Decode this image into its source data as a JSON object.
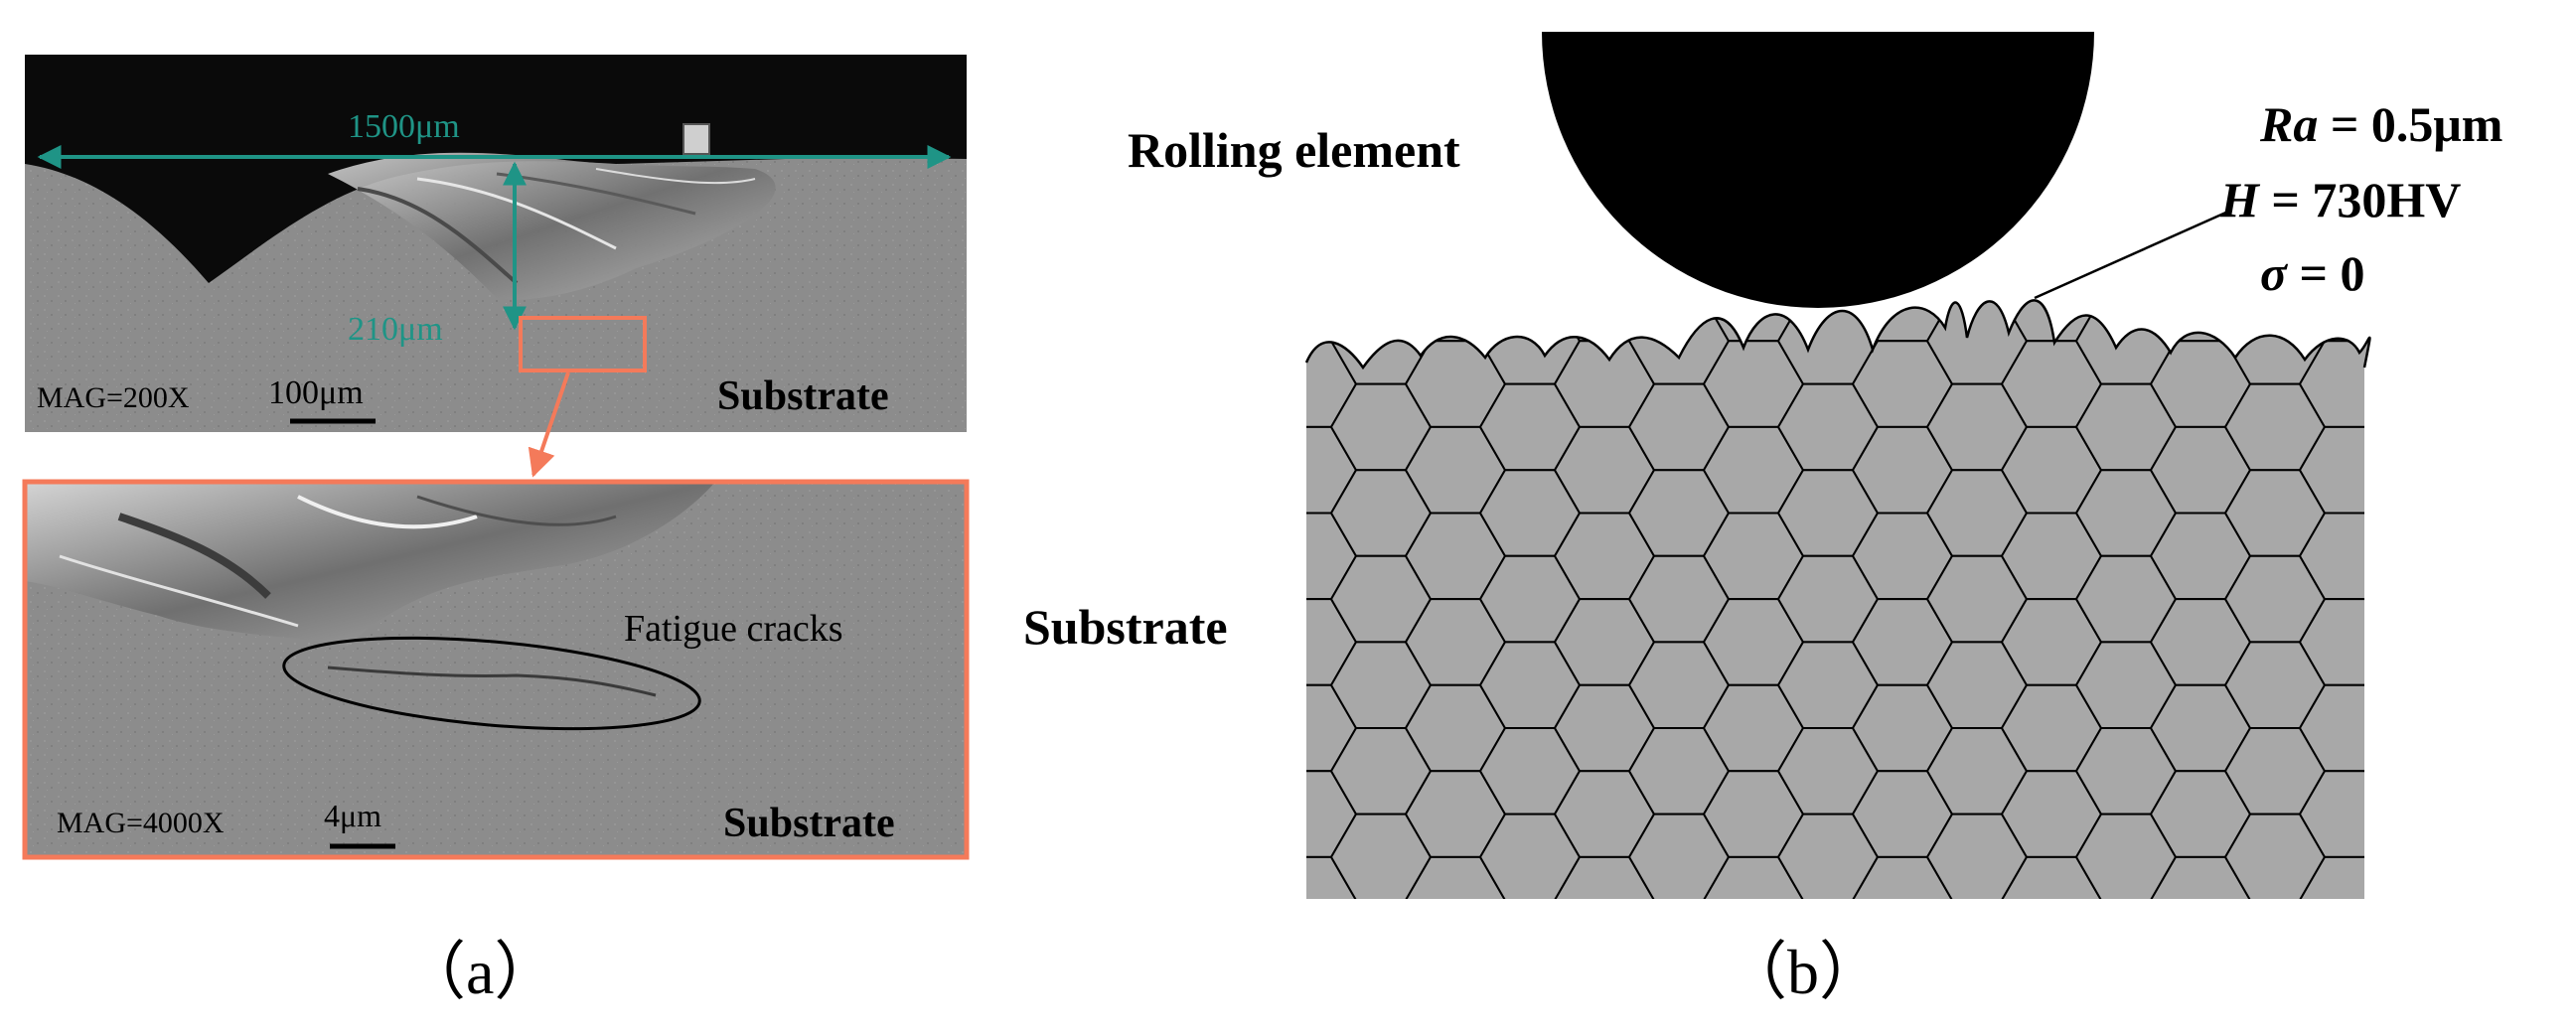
{
  "panel_a": {
    "top_image": {
      "width_measure": "1500μm",
      "depth_measure": "210μm",
      "magnification": "MAG=200X",
      "scale_bar": "100μm",
      "region_label": "Substrate"
    },
    "bottom_image": {
      "annotation": "Fatigue cracks",
      "magnification": "MAG=4000X",
      "scale_bar": "4μm",
      "region_label": "Substrate"
    },
    "caption": "（a）"
  },
  "panel_b": {
    "rolling_label": "Rolling element",
    "substrate_label": "Substrate",
    "params": {
      "ra_symbol": "Ra",
      "ra_value": " = 0.5μm",
      "h_symbol": "H",
      "h_value": " = 730HV",
      "sigma_symbol": "σ",
      "sigma_value": " = 0"
    },
    "caption": "（b）"
  },
  "colors": {
    "measure_teal": "#1f9486",
    "inset_orange": "#f47a5a",
    "grain_fill": "#a8a8a8",
    "sem_gray": "#8a8a8a"
  }
}
